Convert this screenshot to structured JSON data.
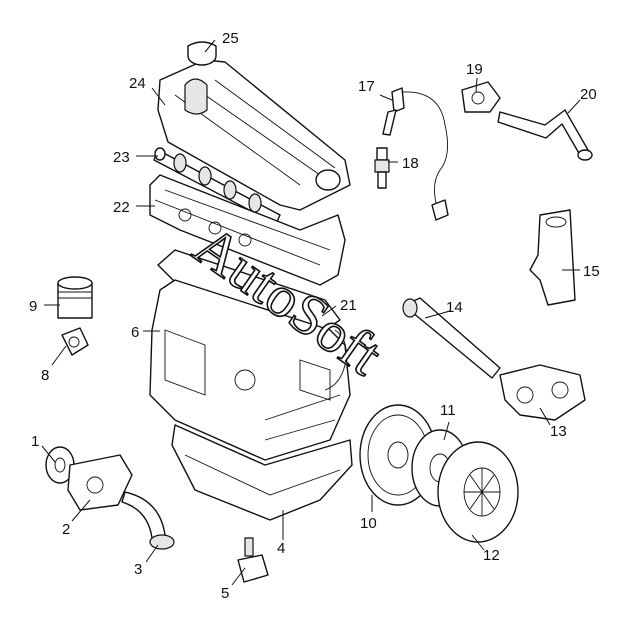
{
  "watermark": "AutoSoft",
  "callouts": [
    {
      "id": "c1",
      "text": "1"
    },
    {
      "id": "c2",
      "text": "2"
    },
    {
      "id": "c3",
      "text": "3"
    },
    {
      "id": "c4",
      "text": "4"
    },
    {
      "id": "c5",
      "text": "5"
    },
    {
      "id": "c6",
      "text": "6"
    },
    {
      "id": "c8",
      "text": "8"
    },
    {
      "id": "c9",
      "text": "9"
    },
    {
      "id": "c10",
      "text": "10"
    },
    {
      "id": "c11",
      "text": "11"
    },
    {
      "id": "c12",
      "text": "12"
    },
    {
      "id": "c13",
      "text": "13"
    },
    {
      "id": "c14",
      "text": "14"
    },
    {
      "id": "c15",
      "text": "15"
    },
    {
      "id": "c17",
      "text": "17"
    },
    {
      "id": "c18",
      "text": "18"
    },
    {
      "id": "c19",
      "text": "19"
    },
    {
      "id": "c20",
      "text": "20"
    },
    {
      "id": "c21",
      "text": "21"
    },
    {
      "id": "c22",
      "text": "22"
    },
    {
      "id": "c23",
      "text": "23"
    },
    {
      "id": "c24",
      "text": "24"
    },
    {
      "id": "c25",
      "text": "25"
    }
  ]
}
